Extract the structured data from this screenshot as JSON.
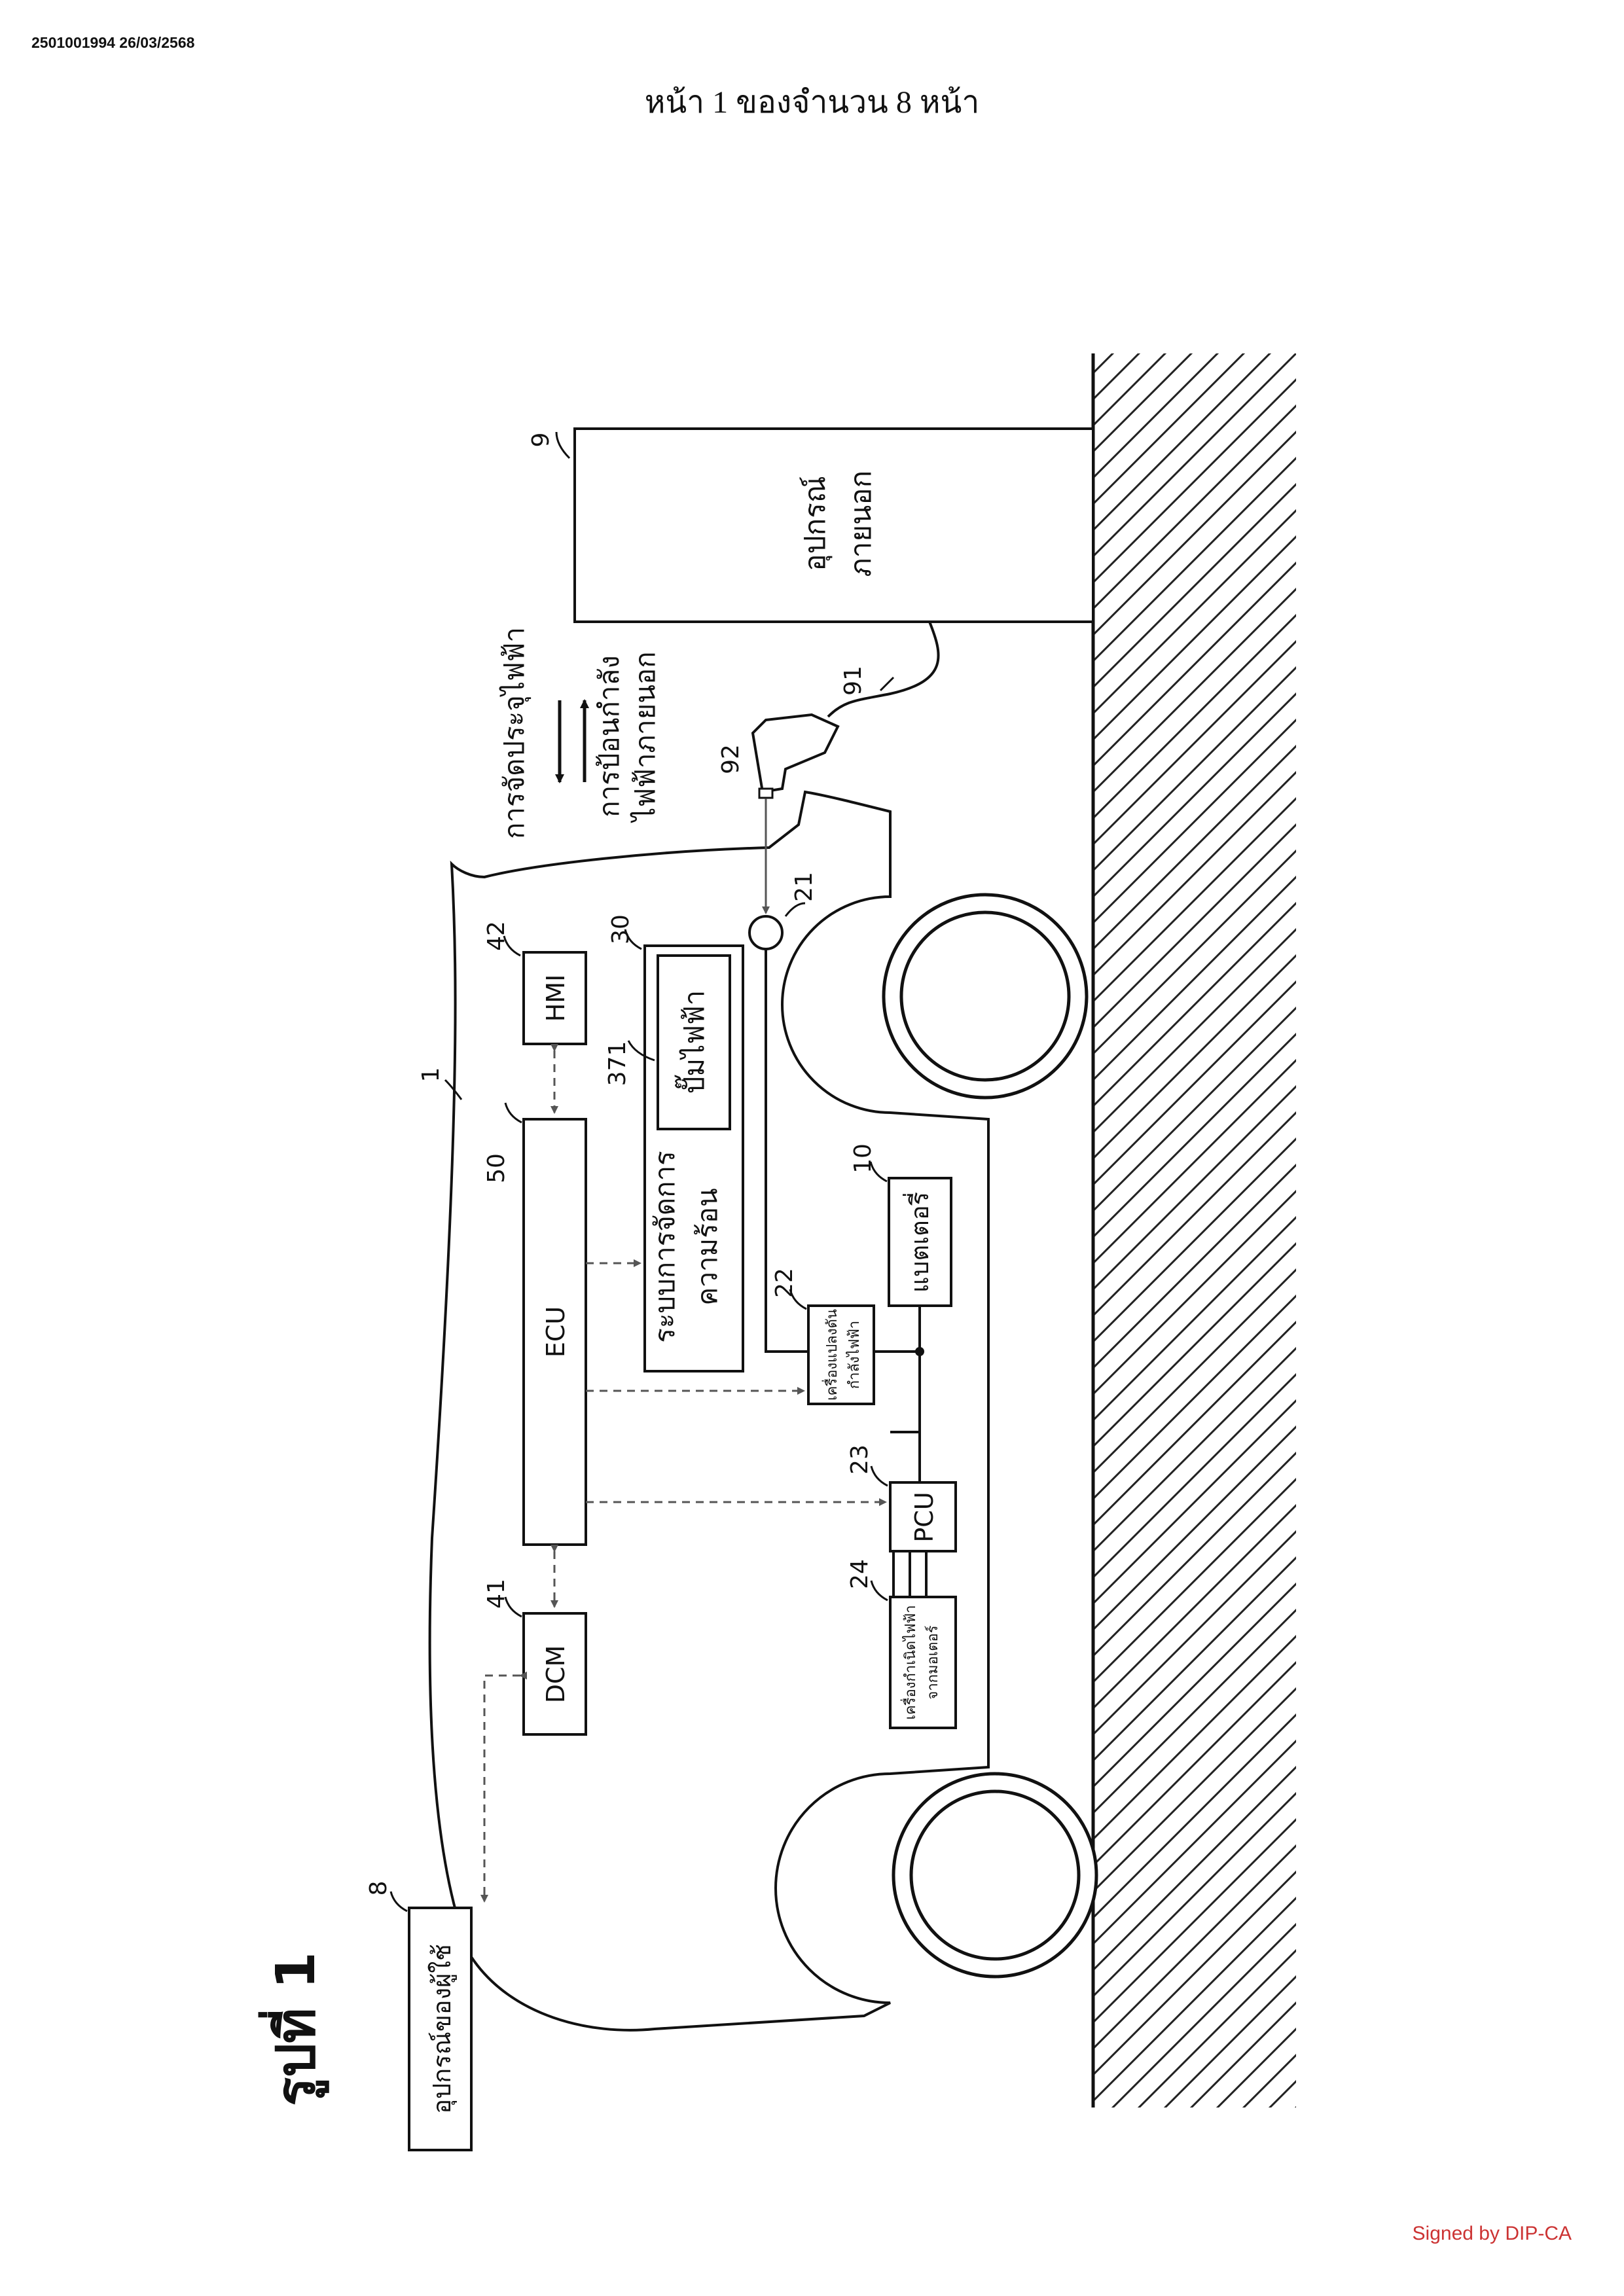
{
  "header": {
    "doc_id": "2501001994 26/03/2568",
    "page_number": "หน้า 1 ของจำนวน 8 หน้า"
  },
  "figure": {
    "title": "รูปที่ 1",
    "labels": {
      "vehicle": "1",
      "user_device_num": "8",
      "user_device": "อุปกรณ์ของผู้ใช้",
      "external_device_num": "9",
      "external_device_line1": "อุปกรณ์",
      "external_device_line2": "ภายนอก",
      "battery_num": "10",
      "battery": "แบตเตอรี่",
      "inlet_num": "21",
      "converter_num": "22",
      "converter_line1": "เครื่องแปลงดัน",
      "converter_line2": "กำลังไฟฟ้า",
      "pcu_num": "23",
      "pcu": "PCU",
      "mg_num": "24",
      "mg_line1": "เครื่องกำเนิดไฟฟ้า",
      "mg_line2": "จากมอเตอร์",
      "thermal_num": "30",
      "thermal_line1": "ระบบการจัดการ",
      "thermal_line2": "ความร้อน",
      "pump_num": "371",
      "pump": "ปั๊มไฟฟ้า",
      "dcm_num": "41",
      "dcm": "DCM",
      "hmi_num": "42",
      "hmi": "HMI",
      "ecu_num": "50",
      "ecu": "ECU",
      "cable_num": "91",
      "connector_num": "92",
      "charging": "การจัดประจุไฟฟ้า",
      "supply_line1": "การป้อนกำลัง",
      "supply_line2": "ไฟฟ้าภายนอก"
    }
  },
  "footer": {
    "signed": "Signed by DIP-CA",
    "signed_color": "#cc3333"
  }
}
